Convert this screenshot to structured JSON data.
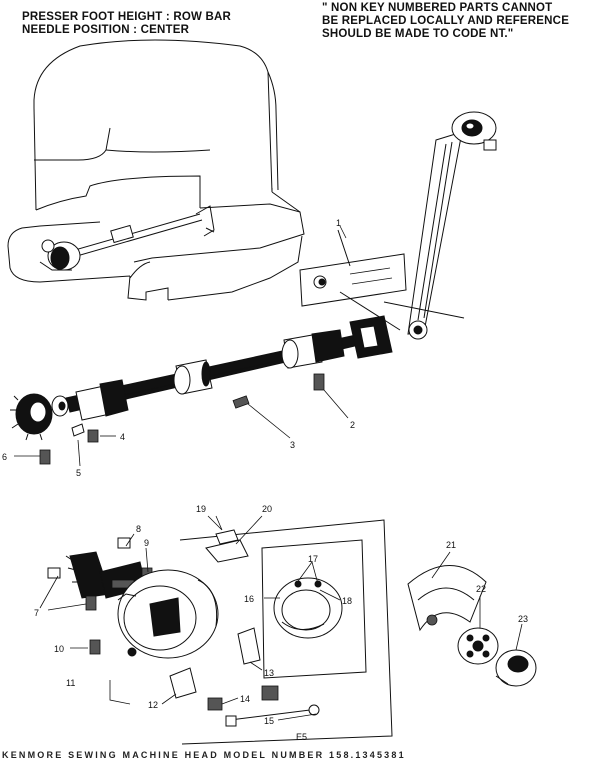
{
  "header": {
    "left_line1": "PRESSER FOOT HEIGHT : ROW BAR",
    "left_line2": "NEEDLE POSITION : CENTER",
    "right_line1": "\" NON KEY NUMBERED PARTS CANNOT",
    "right_line2": "BE REPLACED LOCALLY AND REFERENCE",
    "right_line3": "SHOULD BE MADE TO CODE NT.\""
  },
  "footer": "KENMORE SEWING MACHINE HEAD MODEL NUMBER 158.1345381",
  "callouts": {
    "c1": "1",
    "c2": "2",
    "c3": "3",
    "c4": "4",
    "c5": "5",
    "c6": "6",
    "c7": "7",
    "c8": "8",
    "c9": "9",
    "c10": "10",
    "c11": "11",
    "c12": "12",
    "c13": "13",
    "c14": "14",
    "c15": "15",
    "c16": "16",
    "c17": "17",
    "c18": "18",
    "c19": "19",
    "c20": "20",
    "c21": "21",
    "c22": "22",
    "c23": "23"
  },
  "figure_code": "E5"
}
